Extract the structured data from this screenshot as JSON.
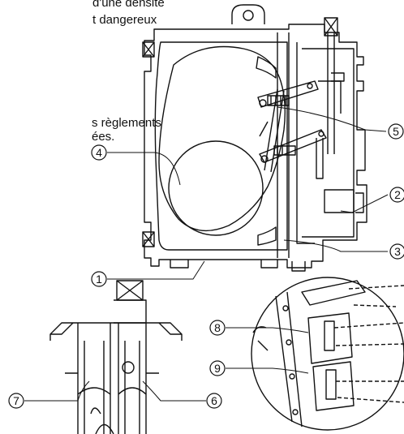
{
  "text_fragments": {
    "line1": "d'une densité",
    "line2": "t dangereux",
    "line3": "s règlements",
    "line4": "ées."
  },
  "callouts": {
    "c1": "1",
    "c2": "2",
    "c3": "3",
    "c4": "4",
    "c5": "5",
    "c6": "6",
    "c7": "7",
    "c8": "8",
    "c9": "9"
  }
}
